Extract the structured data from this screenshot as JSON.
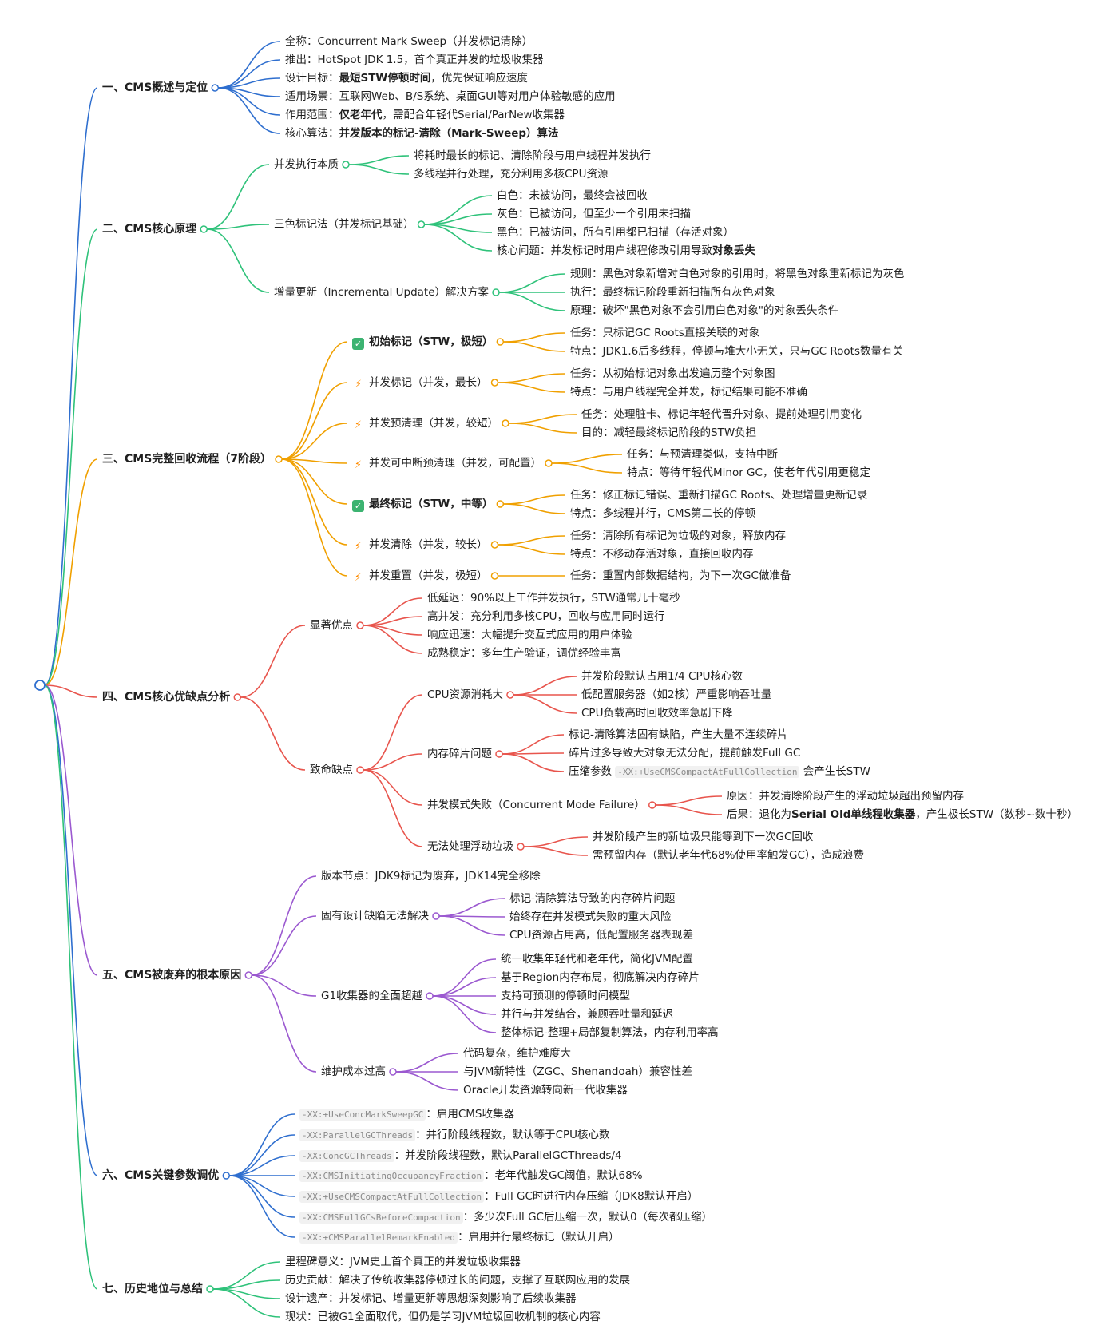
{
  "colors": {
    "s1": "#2f6fcf",
    "s2": "#2fc27a",
    "s3": "#f0a000",
    "s4": "#e8554d",
    "s5": "#9b59d0",
    "s6": "#2f6fcf",
    "s7": "#2fc27a"
  },
  "tree": [
    {
      "id": "s1",
      "t": "一、CMS概述与定位",
      "c": "s1",
      "children": [
        {
          "id": "s1_0",
          "parts": [
            {
              "t": "全称：Concurrent Mark Sweep（并发标记清除）"
            }
          ]
        },
        {
          "id": "s1_1",
          "parts": [
            {
              "t": "推出：HotSpot JDK 1.5，首个真正并发的垃圾收集器"
            }
          ]
        },
        {
          "id": "s1_2",
          "parts": [
            {
              "t": "设计目标："
            },
            {
              "t": "最短STW停顿时间",
              "b": true
            },
            {
              "t": "，优先保证响应速度"
            }
          ]
        },
        {
          "id": "s1_3",
          "parts": [
            {
              "t": "适用场景：互联网Web、B/S系统、桌面GUI等对用户体验敏感的应用"
            }
          ]
        },
        {
          "id": "s1_4",
          "parts": [
            {
              "t": "作用范围："
            },
            {
              "t": "仅老年代",
              "b": true
            },
            {
              "t": "，需配合年轻代Serial/ParNew收集器"
            }
          ]
        },
        {
          "id": "s1_5",
          "parts": [
            {
              "t": "核心算法："
            },
            {
              "t": "并发版本的标记-清除（Mark-Sweep）算法",
              "b": true
            }
          ]
        }
      ]
    },
    {
      "id": "s2",
      "t": "二、CMS核心原理",
      "c": "s2",
      "children": [
        {
          "id": "s2_0",
          "t": "并发执行本质",
          "children": [
            {
              "id": "s2_0_0",
              "t": "将耗时最长的标记、清除阶段与用户线程并发执行"
            },
            {
              "id": "s2_0_1",
              "t": "多线程并行处理，充分利用多核CPU资源"
            }
          ]
        },
        {
          "id": "s2_1",
          "t": "三色标记法（并发标记基础）",
          "children": [
            {
              "id": "s2_1_0",
              "t": "白色：未被访问，最终会被回收"
            },
            {
              "id": "s2_1_1",
              "t": "灰色：已被访问，但至少一个引用未扫描"
            },
            {
              "id": "s2_1_2",
              "t": "黑色：已被访问，所有引用都已扫描（存活对象）"
            },
            {
              "id": "s2_1_3",
              "parts": [
                {
                  "t": "核心问题：并发标记时用户线程修改引用导致"
                },
                {
                  "t": "对象丢失",
                  "b": true
                }
              ]
            }
          ]
        },
        {
          "id": "s2_2",
          "t": "增量更新（Incremental Update）解决方案",
          "children": [
            {
              "id": "s2_2_0",
              "t": "规则：黑色对象新增对白色对象的引用时，将黑色对象重新标记为灰色"
            },
            {
              "id": "s2_2_1",
              "t": "执行：最终标记阶段重新扫描所有灰色对象"
            },
            {
              "id": "s2_2_2",
              "t": "原理：破坏\"黑色对象不会引用白色对象\"的对象丢失条件"
            }
          ]
        }
      ]
    },
    {
      "id": "s3",
      "t": "三、CMS完整回收流程（7阶段）",
      "c": "s3",
      "children": [
        {
          "id": "s3_0",
          "t": "初始标记（STW，极短）",
          "icon": "check",
          "bold": true,
          "children": [
            {
              "id": "s3_0_0",
              "t": "任务：只标记GC Roots直接关联的对象"
            },
            {
              "id": "s3_0_1",
              "t": "特点：JDK1.6后多线程，停顿与堆大小无关，只与GC Roots数量有关"
            }
          ]
        },
        {
          "id": "s3_1",
          "t": "并发标记（并发，最长）",
          "icon": "bolt",
          "children": [
            {
              "id": "s3_1_0",
              "t": "任务：从初始标记对象出发遍历整个对象图"
            },
            {
              "id": "s3_1_1",
              "t": "特点：与用户线程完全并发，标记结果可能不准确"
            }
          ]
        },
        {
          "id": "s3_2",
          "t": "并发预清理（并发，较短）",
          "icon": "bolt",
          "children": [
            {
              "id": "s3_2_0",
              "t": "任务：处理脏卡、标记年轻代晋升对象、提前处理引用变化"
            },
            {
              "id": "s3_2_1",
              "t": "目的：减轻最终标记阶段的STW负担"
            }
          ]
        },
        {
          "id": "s3_3",
          "t": "并发可中断预清理（并发，可配置）",
          "icon": "bolt",
          "children": [
            {
              "id": "s3_3_0",
              "t": "任务：与预清理类似，支持中断"
            },
            {
              "id": "s3_3_1",
              "t": "特点：等待年轻代Minor GC，使老年代引用更稳定"
            }
          ]
        },
        {
          "id": "s3_4",
          "t": "最终标记（STW，中等）",
          "icon": "check",
          "bold": true,
          "children": [
            {
              "id": "s3_4_0",
              "t": "任务：修正标记错误、重新扫描GC Roots、处理增量更新记录"
            },
            {
              "id": "s3_4_1",
              "t": "特点：多线程并行，CMS第二长的停顿"
            }
          ]
        },
        {
          "id": "s3_5",
          "t": "并发清除（并发，较长）",
          "icon": "bolt",
          "children": [
            {
              "id": "s3_5_0",
              "t": "任务：清除所有标记为垃圾的对象，释放内存"
            },
            {
              "id": "s3_5_1",
              "t": "特点：不移动存活对象，直接回收内存"
            }
          ]
        },
        {
          "id": "s3_6",
          "t": "并发重置（并发，极短）",
          "icon": "bolt",
          "children": [
            {
              "id": "s3_6_0",
              "t": "任务：重置内部数据结构，为下一次GC做准备"
            }
          ]
        }
      ]
    },
    {
      "id": "s4",
      "t": "四、CMS核心优缺点分析",
      "c": "s4",
      "children": [
        {
          "id": "s4_0",
          "t": "显著优点",
          "children": [
            {
              "id": "s4_0_0",
              "t": "低延迟：90%以上工作并发执行，STW通常几十毫秒"
            },
            {
              "id": "s4_0_1",
              "t": "高并发：充分利用多核CPU，回收与应用同时运行"
            },
            {
              "id": "s4_0_2",
              "t": "响应迅速：大幅提升交互式应用的用户体验"
            },
            {
              "id": "s4_0_3",
              "t": "成熟稳定：多年生产验证，调优经验丰富"
            }
          ]
        },
        {
          "id": "s4_1",
          "t": "致命缺点",
          "children": [
            {
              "id": "s4_1_0",
              "t": "CPU资源消耗大",
              "children": [
                {
                  "id": "s4_1_0_0",
                  "t": "并发阶段默认占用1/4 CPU核心数"
                },
                {
                  "id": "s4_1_0_1",
                  "t": "低配置服务器（如2核）严重影响吞吐量"
                },
                {
                  "id": "s4_1_0_2",
                  "t": "CPU负载高时回收效率急剧下降"
                }
              ]
            },
            {
              "id": "s4_1_1",
              "t": "内存碎片问题",
              "children": [
                {
                  "id": "s4_1_1_0",
                  "t": "标记-清除算法固有缺陷，产生大量不连续碎片"
                },
                {
                  "id": "s4_1_1_1",
                  "t": "碎片过多导致大对象无法分配，提前触发Full GC"
                },
                {
                  "id": "s4_1_1_2",
                  "parts": [
                    {
                      "t": "压缩参数 "
                    },
                    {
                      "t": "-XX:+UseCMSCompactAtFullCollection",
                      "code": true
                    },
                    {
                      "t": " 会产生长STW"
                    }
                  ]
                }
              ]
            },
            {
              "id": "s4_1_2",
              "t": "并发模式失败（Concurrent Mode Failure）",
              "children": [
                {
                  "id": "s4_1_2_0",
                  "t": "原因：并发清除阶段产生的浮动垃圾超出预留内存"
                },
                {
                  "id": "s4_1_2_1",
                  "parts": [
                    {
                      "t": "后果：退化为"
                    },
                    {
                      "t": "Serial Old单线程收集器",
                      "b": true
                    },
                    {
                      "t": "，产生极长STW（数秒~数十秒）"
                    }
                  ]
                }
              ]
            },
            {
              "id": "s4_1_3",
              "t": "无法处理浮动垃圾",
              "children": [
                {
                  "id": "s4_1_3_0",
                  "t": "并发阶段产生的新垃圾只能等到下一次GC回收"
                },
                {
                  "id": "s4_1_3_1",
                  "t": "需预留内存（默认老年代68%使用率触发GC），造成浪费"
                }
              ]
            }
          ]
        }
      ]
    },
    {
      "id": "s5",
      "t": "五、CMS被废弃的根本原因",
      "c": "s5",
      "children": [
        {
          "id": "s5_0",
          "t": "版本节点：JDK9标记为废弃，JDK14完全移除"
        },
        {
          "id": "s5_1",
          "t": "固有设计缺陷无法解决",
          "children": [
            {
              "id": "s5_1_0",
              "t": "标记-清除算法导致的内存碎片问题"
            },
            {
              "id": "s5_1_1",
              "t": "始终存在并发模式失败的重大风险"
            },
            {
              "id": "s5_1_2",
              "t": "CPU资源占用高，低配置服务器表现差"
            }
          ]
        },
        {
          "id": "s5_2",
          "t": "G1收集器的全面超越",
          "children": [
            {
              "id": "s5_2_0",
              "t": "统一收集年轻代和老年代，简化JVM配置"
            },
            {
              "id": "s5_2_1",
              "t": "基于Region内存布局，彻底解决内存碎片"
            },
            {
              "id": "s5_2_2",
              "t": "支持可预测的停顿时间模型"
            },
            {
              "id": "s5_2_3",
              "t": "并行与并发结合，兼顾吞吐量和延迟"
            },
            {
              "id": "s5_2_4",
              "t": "整体标记-整理+局部复制算法，内存利用率高"
            }
          ]
        },
        {
          "id": "s5_3",
          "t": "维护成本过高",
          "children": [
            {
              "id": "s5_3_0",
              "t": "代码复杂，维护难度大"
            },
            {
              "id": "s5_3_1",
              "t": "与JVM新特性（ZGC、Shenandoah）兼容性差"
            },
            {
              "id": "s5_3_2",
              "t": "Oracle开发资源转向新一代收集器"
            }
          ]
        }
      ]
    },
    {
      "id": "s6",
      "t": "六、CMS关键参数调优",
      "c": "s6",
      "children": [
        {
          "id": "s6_0",
          "parts": [
            {
              "t": "-XX:+UseConcMarkSweepGC",
              "code": true
            },
            {
              "t": "：启用CMS收集器"
            }
          ]
        },
        {
          "id": "s6_1",
          "parts": [
            {
              "t": "-XX:ParallelGCThreads",
              "code": true
            },
            {
              "t": "：并行阶段线程数，默认等于CPU核心数"
            }
          ]
        },
        {
          "id": "s6_2",
          "parts": [
            {
              "t": "-XX:ConcGCThreads",
              "code": true
            },
            {
              "t": "：并发阶段线程数，默认ParallelGCThreads/4"
            }
          ]
        },
        {
          "id": "s6_3",
          "parts": [
            {
              "t": "-XX:CMSInitiatingOccupancyFraction",
              "code": true
            },
            {
              "t": "：老年代触发GC阈值，默认68%"
            }
          ]
        },
        {
          "id": "s6_4",
          "parts": [
            {
              "t": "-XX:+UseCMSCompactAtFullCollection",
              "code": true
            },
            {
              "t": "：Full GC时进行内存压缩（JDK8默认开启）"
            }
          ]
        },
        {
          "id": "s6_5",
          "parts": [
            {
              "t": "-XX:CMSFullGCsBeforeCompaction",
              "code": true
            },
            {
              "t": "：多少次Full GC后压缩一次，默认0（每次都压缩）"
            }
          ]
        },
        {
          "id": "s6_6",
          "parts": [
            {
              "t": "-XX:+CMSParallelRemarkEnabled",
              "code": true
            },
            {
              "t": "：启用并行最终标记（默认开启）"
            }
          ]
        }
      ]
    },
    {
      "id": "s7",
      "t": "七、历史地位与总结",
      "c": "s7",
      "children": [
        {
          "id": "s7_0",
          "t": "里程碑意义：JVM史上首个真正的并发垃圾收集器"
        },
        {
          "id": "s7_1",
          "t": "历史贡献：解决了传统收集器停顿过长的问题，支撑了互联网应用的发展"
        },
        {
          "id": "s7_2",
          "t": "设计遗产：并发标记、增量更新等思想深刻影响了后续收集器"
        },
        {
          "id": "s7_3",
          "t": "现状：已被G1全面取代，但仍是学习JVM垃圾回收机制的核心内容"
        }
      ]
    }
  ]
}
